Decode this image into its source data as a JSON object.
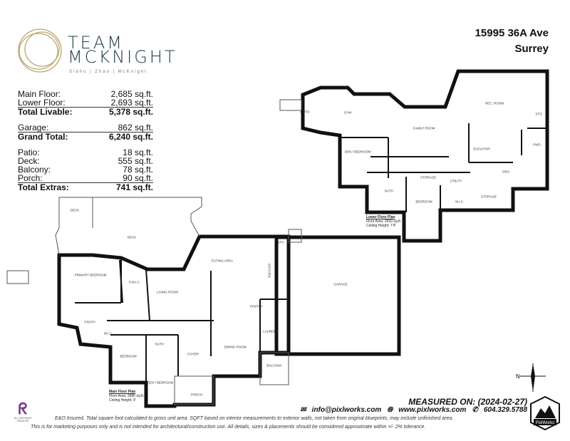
{
  "brand": {
    "line1": "TEAM",
    "line2": "MCKNIGHT",
    "tagline": "Sidhu | Zhao | McKnight",
    "gold": "#b9a46a",
    "teal": "#1f3b44"
  },
  "address": {
    "line1": "15995 36A Ave",
    "line2": "Surrey"
  },
  "areas": {
    "main_floor": {
      "label": "Main Floor:",
      "value": "2,685 sq.ft."
    },
    "lower_floor": {
      "label": "Lower Floor:",
      "value": "2,693 sq.ft."
    },
    "total_livable": {
      "label": "Total Livable:",
      "value": "5,378 sq.ft."
    },
    "garage": {
      "label": "Garage:",
      "value": "862 sq.ft."
    },
    "grand_total": {
      "label": "Grand Total:",
      "value": "6,240 sq.ft."
    },
    "patio": {
      "label": "Patio:",
      "value": "18 sq.ft."
    },
    "deck": {
      "label": "Deck:",
      "value": "555 sq.ft."
    },
    "balcony": {
      "label": "Balcony:",
      "value": "78 sq.ft."
    },
    "porch": {
      "label": "Porch:",
      "value": "90 sq.ft."
    },
    "total_extras": {
      "label": "Total Extras:",
      "value": "741 sq.ft."
    }
  },
  "lower_rooms": {
    "patio": "Patio",
    "gym": "Gym",
    "family": "Family Room",
    "rec": "Rec. Room",
    "den_bed": "Den / Bedroom",
    "bath": "Bath",
    "storage1": "Storage",
    "utility": "Utility",
    "bedroom": "Bedroom",
    "den": "Den",
    "storage2": "Storage",
    "wic": "W.I.C.",
    "fireplace": "Elevator",
    "pwd": "Pwd.",
    "sto": "Sto"
  },
  "lower_note": {
    "title": "Lower Floor Plan",
    "area": "Floor Area: 2693 sq.ft.",
    "ceiling": "Ceiling Height: 7'4\""
  },
  "main_rooms": {
    "deck1": "Deck",
    "deck2": "Deck",
    "primary": "Primary Bedroom",
    "pwic": "P.W.I.C.",
    "living": "Living Room",
    "eating": "Eating Area",
    "kitchen": "Kitchen",
    "pbath": "P.Bath",
    "wic": "W.I.C.",
    "bedroom": "Bedroom",
    "bath": "Bath",
    "foyer": "Foyer",
    "dining": "Dining Room",
    "den_bed": "Den / Bedroom",
    "porch": "Porch",
    "laundry": "Laundry",
    "balcony": "Balcony",
    "pantry": "Pantry",
    "garage": "Garage",
    "sto": "Sto"
  },
  "main_note": {
    "title": "Main Floor Plan",
    "area": "Floor Area: 2685 sq.ft.",
    "ceiling": "Ceiling Height: 9'"
  },
  "footer": {
    "measured": "MEASURED ON: (2024-02-27)",
    "email": "info@pixlworks.com",
    "web": "www.pixlworks.com",
    "phone": "604.329.5788",
    "disclaimer1": "E&O Insured. Total square foot calculated to gross unit area. SQFT based on interior measurements to exterior walls, not taken from original blueprints, may include unfinished area.",
    "disclaimer2": "This is for marketing purposes only and is not intended for architectural/construction use. All details, sizes & placements should be considered approximate within +/- 2% tolerance.",
    "logo_left": "ALL THE RAGE CREATIVE",
    "logo_right": "PixlWorks"
  }
}
